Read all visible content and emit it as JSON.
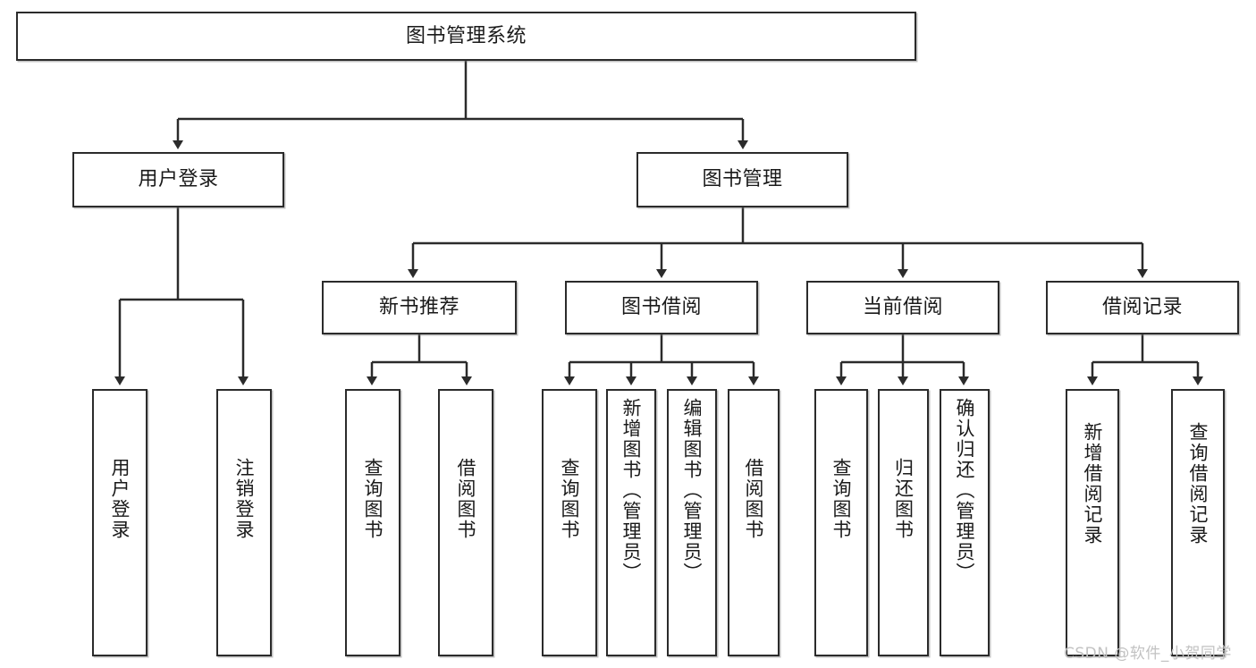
{
  "diagram": {
    "title": "图书管理系统",
    "type": "hierarchy-tree",
    "root": {
      "label": "图书管理系统"
    },
    "level1": [
      {
        "label": "用户登录"
      },
      {
        "label": "图书管理"
      }
    ],
    "level2": [
      {
        "label": "新书推荐"
      },
      {
        "label": "图书借阅"
      },
      {
        "label": "当前借阅"
      },
      {
        "label": "借阅记录"
      }
    ],
    "leaves": {
      "user_login": [
        {
          "label": "用户登录"
        },
        {
          "label": "注销登录"
        }
      ],
      "new_book_recommend": [
        {
          "label": "查询图书"
        },
        {
          "label": "借阅图书"
        }
      ],
      "book_borrow": [
        {
          "label": "查询图书"
        },
        {
          "label": "新增图书（管理员）"
        },
        {
          "label": "编辑图书（管理员）"
        },
        {
          "label": "借阅图书"
        }
      ],
      "current_borrow": [
        {
          "label": "查询图书"
        },
        {
          "label": "归还图书"
        },
        {
          "label": "确认归还（管理员）"
        }
      ],
      "borrow_record": [
        {
          "label": "新增借阅记录"
        },
        {
          "label": "查询借阅记录"
        }
      ]
    }
  },
  "watermark": {
    "text": "CSDN @软件_小贺同学"
  },
  "colors": {
    "stroke": "#2b2b2b",
    "fill": "#ffffff",
    "text": "#1a1a1a",
    "watermark": "#c2c2c2"
  }
}
